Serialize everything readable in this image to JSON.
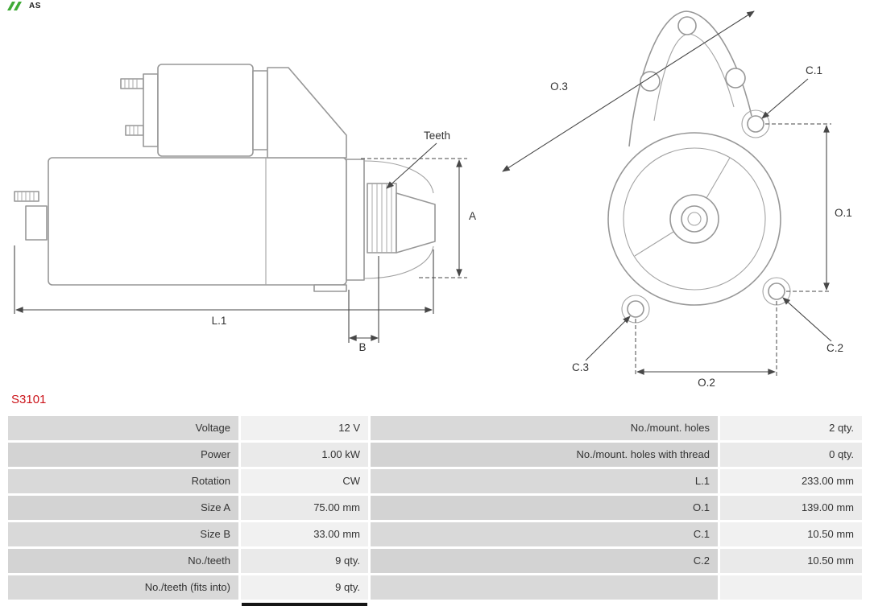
{
  "logo": {
    "text": "AS"
  },
  "part_number": "S3101",
  "colors": {
    "accent_red": "#cb1319",
    "logo_green": "#3faa36",
    "outline_gray": "#979797",
    "dimension_gray": "#474747",
    "table_label_bg": "#d9d9d9",
    "table_value_bg": "#f1f1f1"
  },
  "drawing": {
    "side_view": {
      "labels": {
        "teeth": "Teeth",
        "a": "A",
        "l1": "L.1",
        "b": "B"
      }
    },
    "front_view": {
      "labels": {
        "o1": "O.1",
        "o2": "O.2",
        "o3": "O.3",
        "c1": "C.1",
        "c2": "C.2",
        "c3": "C.3"
      }
    }
  },
  "specs": {
    "rows": [
      {
        "c0": "Voltage",
        "c1": "12 V",
        "c2": "No./mount. holes",
        "c3": "2 qty."
      },
      {
        "c0": "Power",
        "c1": "1.00 kW",
        "c2": "No./mount. holes with thread",
        "c3": "0 qty."
      },
      {
        "c0": "Rotation",
        "c1": "CW",
        "c2": "L.1",
        "c3": "233.00 mm"
      },
      {
        "c0": "Size A",
        "c1": "75.00 mm",
        "c2": "O.1",
        "c3": "139.00 mm"
      },
      {
        "c0": "Size B",
        "c1": "33.00 mm",
        "c2": "C.1",
        "c3": "10.50 mm"
      },
      {
        "c0": "No./teeth",
        "c1": "9 qty.",
        "c2": "C.2",
        "c3": "10.50 mm"
      },
      {
        "c0": "No./teeth (fits into)",
        "c1": "9 qty.",
        "c2": "",
        "c3": ""
      }
    ]
  }
}
